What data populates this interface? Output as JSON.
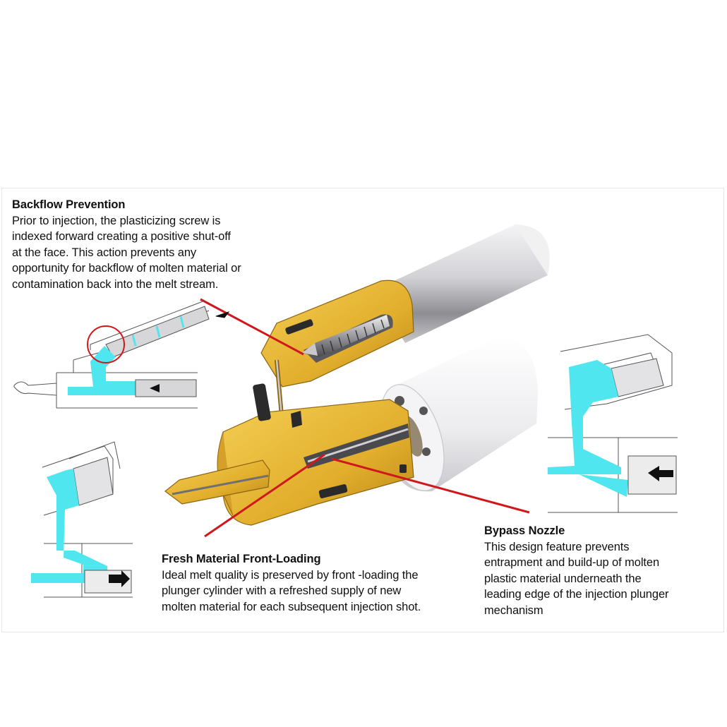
{
  "callouts": {
    "backflow": {
      "title": "Backflow Prevention",
      "body": "Prior to injection, the plasticizing screw is\nindexed forward creating a positive shut-off\nat the face.  This action prevents any\nopportunity for backflow of molten material or\ncontamination back into the melt stream."
    },
    "fresh": {
      "title": "Fresh Material Front-Loading",
      "body": "Ideal melt quality is preserved by front -loading the\nplunger cylinder with a refreshed supply of new\nmolten material for each subsequent injection shot."
    },
    "bypass": {
      "title": "Bypass Nozzle",
      "body": "This design feature prevents\nentrapment and build-up of molten\nplastic material underneath the\nleading edge of the injection plunger\nmechanism"
    }
  },
  "colors": {
    "housing": "#e8b833",
    "housing_dark": "#b8861a",
    "melt": "#4fe6ef",
    "leader": "#d0181c",
    "barrel": "#d9d9dc",
    "line": "#555555"
  }
}
